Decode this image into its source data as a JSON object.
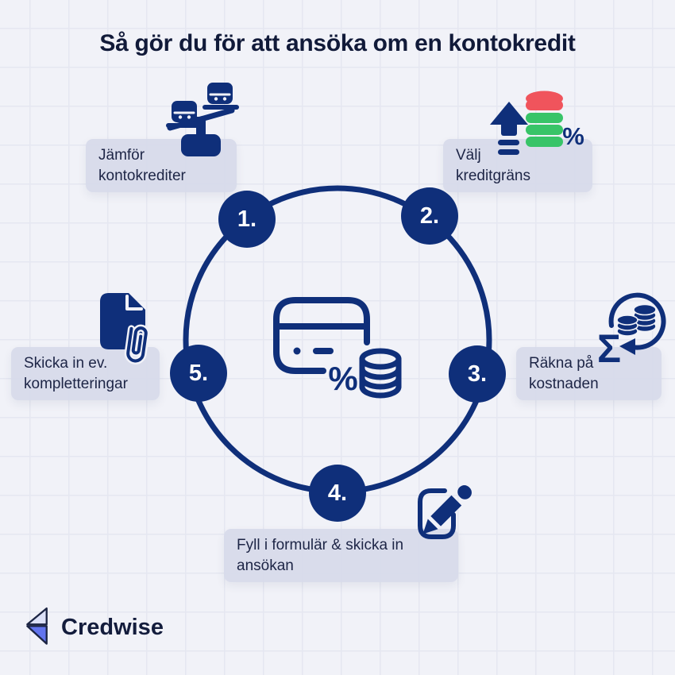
{
  "title": "Så gör du för att ansöka om en kontokredit",
  "steps": [
    {
      "number": "1.",
      "label": "Jämför\nkontokrediter",
      "icon": "balance-scale-coins-icon"
    },
    {
      "number": "2.",
      "label": "Välj\nkreditgräns",
      "icon": "arrow-up-coins-percent-icon"
    },
    {
      "number": "3.",
      "label": "Räkna på\nkostnaden",
      "icon": "sum-coins-cycle-icon"
    },
    {
      "number": "4.",
      "label": "Fyll i formulär & skicka in\nansökan",
      "icon": "form-pencil-icon"
    },
    {
      "number": "5.",
      "label": "Skicka in ev.\nkompletteringar",
      "icon": "document-paperclip-icon"
    }
  ],
  "center": {
    "icon": "credit-card-percent-coins-icon"
  },
  "glyphs": {
    "sigma": "Σ",
    "percent": "%"
  },
  "brand": {
    "name": "Credwise"
  },
  "colors": {
    "navy": "#0f2f7a",
    "ink": "#131c3c",
    "pill_bg": "#d7daea",
    "page_bg": "#f1f2f8",
    "grid_line": "#e5e7f1",
    "coin_red": "#f0545c",
    "coin_green": "#38c468",
    "logo_blue": "#6274ee",
    "logo_light": "#dce1f7"
  }
}
